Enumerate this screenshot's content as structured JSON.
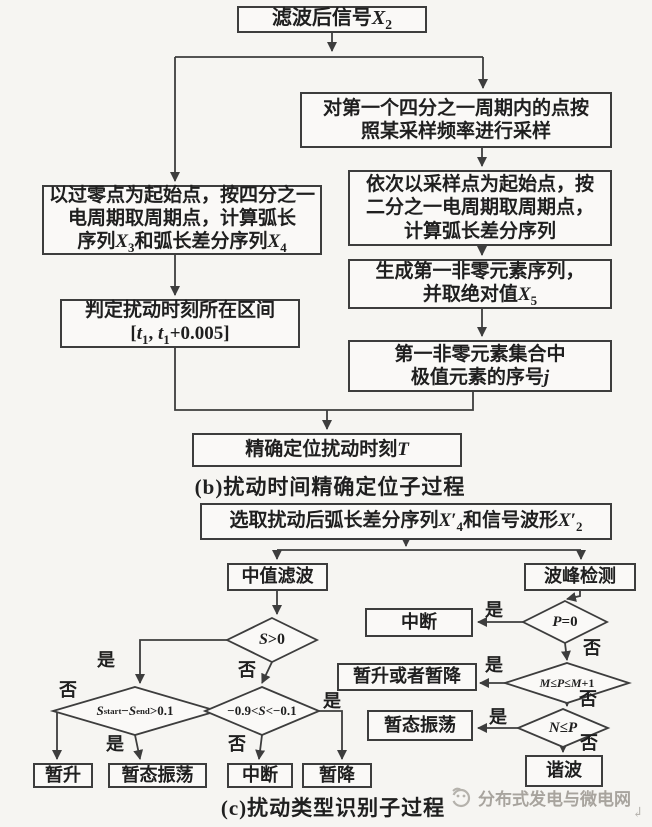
{
  "page": {
    "background": "#f6f5f2",
    "box-bg": "#faf9f7",
    "line-color": "#3d3d3d",
    "text-color": "#1f1f1f",
    "watermark-color": "#a8a49e"
  },
  "captions": {
    "part_b": "(b)扰动时间精确定位子过程",
    "part_c": "(c)扰动类型识别子过程"
  },
  "branch_labels": {
    "yes": "是",
    "no": "否"
  },
  "nodes": {
    "filtered_signal": "滤波后信号<i>X</i><sub>2</sub>",
    "quarter_sampling": "对第一个四分之一周期内的点按<br>照某采样频率进行采样",
    "arc_diff_half_cycle": "依次以采样点为起始点，按<br>二分之一电周期取周期点，<br>计算弧长差分序列",
    "first_nonzero_abs": "生成第一非零元素序列，<br>并取绝对值<i>X</i><sub>5</sub>",
    "extremum_index": "第一非零元素集合中<br>极值元素的序号<i>j</i>",
    "zero_cross_arc": "以过零点为起始点，按四分之一<br>电周期取周期点，计算弧长<br>序列<i>X</i><sub>3</sub>和弧长差分序列<i>X</i><sub>4</sub>",
    "disturb_interval": "判定扰动时刻所在区间<br>[<i>t</i><sub>1</sub>, <i>t</i><sub>1</sub>+0.005]",
    "precise_time": "精确定位扰动时刻<i>T</i>",
    "select_sequences": "选取扰动后弧长差分序列<i>X</i>′<sub>4</sub>和信号波形<i>X</i>′<sub>2</sub>",
    "median_filter": "中值滤波",
    "peak_detection": "波峰检测",
    "interrupt_right": "中断",
    "swell_or_sag": "暂升或者暂降",
    "transient_osc_right": "暂态振荡",
    "harmonic": "谐波",
    "swell": "暂升",
    "transient_osc": "暂态振荡",
    "interrupt": "中断",
    "sag": "暂降"
  },
  "decisions": {
    "s_gt_0": "<i>S</i>&gt;0",
    "s_start_end": "<i>S</i><sub>start</sub>−<i>S</i><sub>end</sub>&gt;0.1",
    "s_range": "−0.9&lt;<i>S</i>&lt;−0.1",
    "p_eq_0": "<i>P</i>=0",
    "m_range": "<i>M</i>≤<i>P</i>≤<i>M</i>+1",
    "n_le_p": "<i>N</i>≤<i>P</i>"
  },
  "watermark": {
    "text": "分布式发电与微电网",
    "return_mark": "↲"
  }
}
